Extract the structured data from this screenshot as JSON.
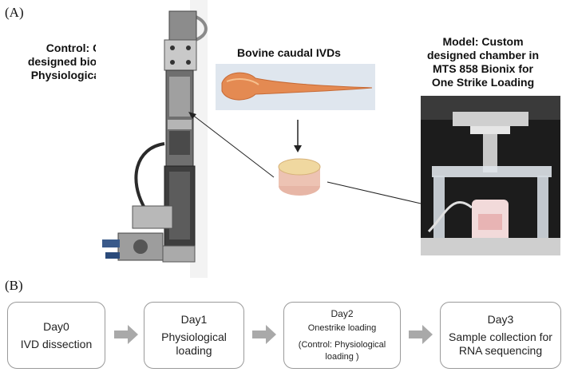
{
  "panels": {
    "a_label": "(A)",
    "b_label": "(B)"
  },
  "captions": {
    "control": [
      "Control: Custom",
      "designed bioreactor for",
      "Physiological Loading"
    ],
    "ivd": "Bovine caudal IVDs",
    "model": [
      "Model: Custom",
      "designed chamber in",
      "MTS 858 Bionix for",
      "One Strike Loading"
    ]
  },
  "timeline": [
    {
      "day": "Day0",
      "desc": [
        "IVD dissection"
      ],
      "note": []
    },
    {
      "day": "Day1",
      "desc": [
        "Physiological",
        "loading"
      ],
      "note": []
    },
    {
      "day": "Day2",
      "desc": [
        "Onestrike loading"
      ],
      "note": [
        "(Control: Physiological",
        "loading )"
      ]
    },
    {
      "day": "Day3",
      "desc": [
        "Sample collection for",
        "RNA sequencing"
      ],
      "note": []
    }
  ],
  "colors": {
    "arrow_fill": "#a9a9a9",
    "box_border": "#9a9a9a"
  }
}
